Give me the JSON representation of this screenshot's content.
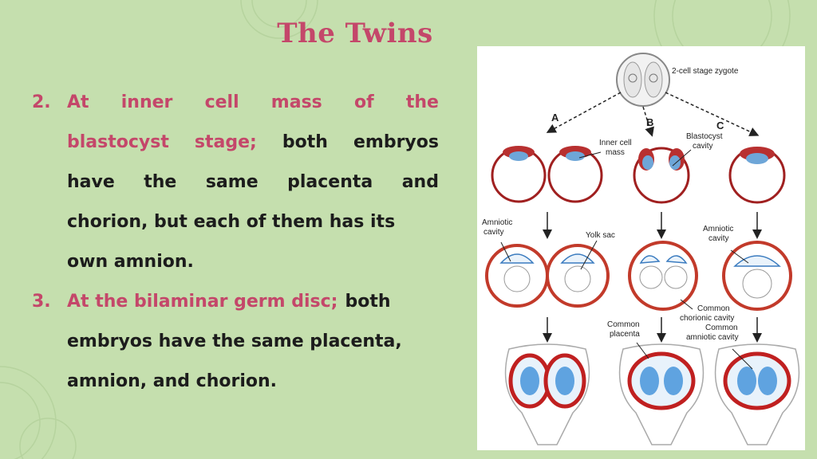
{
  "title": "The Twins",
  "items": [
    {
      "number": "2.",
      "lines": [
        {
          "justify": true,
          "parts": [
            {
              "text": "At",
              "style": "pink"
            },
            {
              "text": "inner",
              "style": "pink"
            },
            {
              "text": "cell",
              "style": "pink"
            },
            {
              "text": "mass",
              "style": "pink"
            },
            {
              "text": "of",
              "style": "pink"
            },
            {
              "text": "the",
              "style": "pink"
            }
          ]
        },
        {
          "justify": true,
          "parts": [
            {
              "text": "blastocyst",
              "style": "pink"
            },
            {
              "text": "stage;",
              "style": "pink"
            },
            {
              "text": "both",
              "style": "dark"
            },
            {
              "text": "embryos",
              "style": "dark"
            }
          ]
        },
        {
          "justify": true,
          "parts": [
            {
              "text": "have",
              "style": "dark"
            },
            {
              "text": "the",
              "style": "dark"
            },
            {
              "text": "same",
              "style": "dark"
            },
            {
              "text": "placenta",
              "style": "dark"
            },
            {
              "text": "and",
              "style": "dark"
            }
          ]
        },
        {
          "justify": false,
          "parts": [
            {
              "text": "chorion, but each of them has its",
              "style": "dark"
            }
          ]
        },
        {
          "justify": false,
          "parts": [
            {
              "text": "own amnion.",
              "style": "dark"
            }
          ]
        }
      ]
    },
    {
      "number": "3.",
      "lines": [
        {
          "justify": false,
          "parts": [
            {
              "text": "At the bilaminar germ disc;",
              "style": "pink"
            },
            {
              "text": "both",
              "style": "dark"
            }
          ]
        },
        {
          "justify": false,
          "parts": [
            {
              "text": "embryos have the same placenta,",
              "style": "dark"
            }
          ]
        },
        {
          "justify": false,
          "parts": [
            {
              "text": "amnion, and chorion.",
              "style": "dark"
            }
          ]
        }
      ]
    }
  ],
  "figure": {
    "zygote_label": "2-cell stage zygote",
    "path_a": "A",
    "path_b": "B",
    "path_c": "C",
    "inner_cell_mass": "Inner cell mass",
    "blastocyst_cavity": "Blastocyst cavity",
    "amniotic_cavity_left": "Amniotic cavity",
    "yolk_sac": "Yolk sac",
    "amniotic_cavity_right": "Amniotic cavity",
    "common_chorionic_cavity": "Common chorionic cavity",
    "common_placenta": "Common placenta",
    "common_amniotic_cavity": "Common amniotic cavity"
  }
}
